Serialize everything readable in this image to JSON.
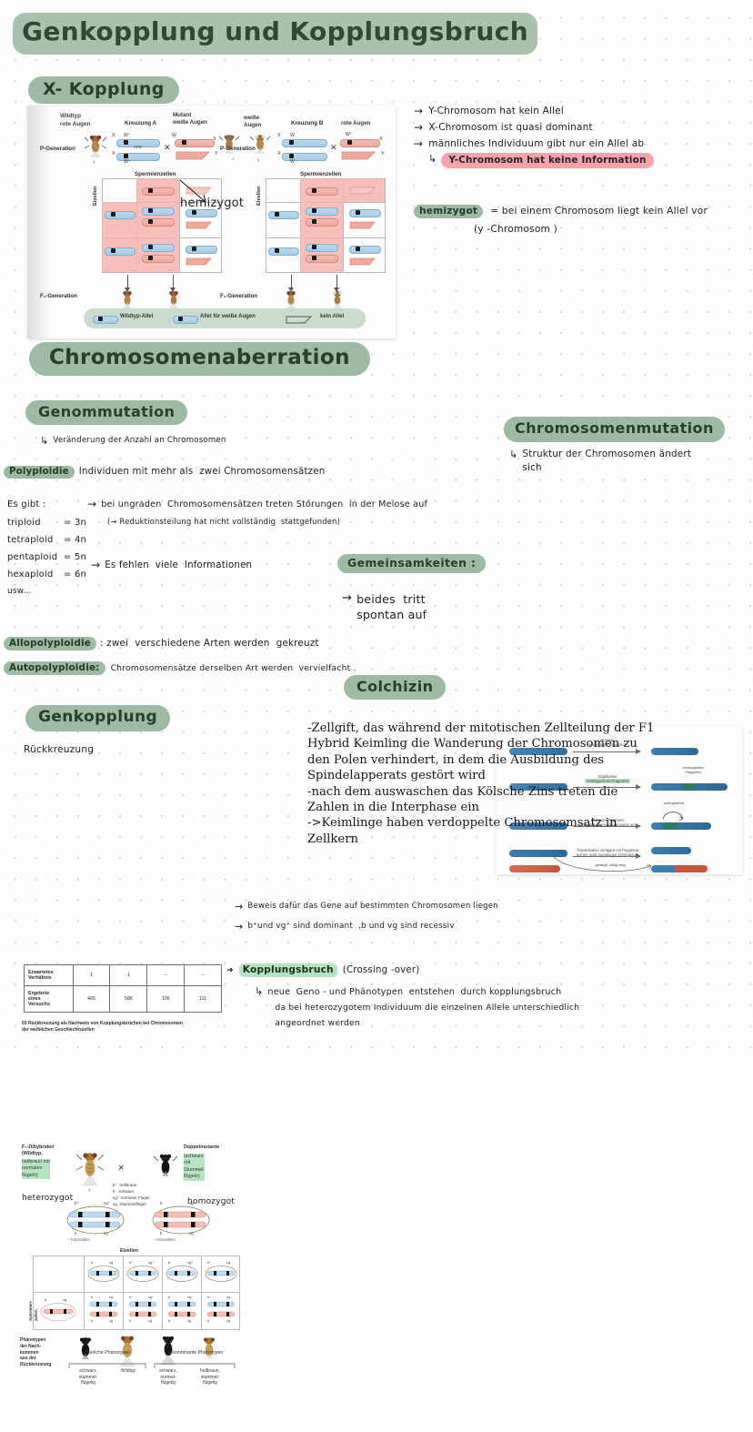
{
  "page": {
    "title": "Genkopplung und Kopplungsbruch",
    "background": "#fefefe",
    "accent_green": "#9dbaa4",
    "accent_pink": "#f8a2ab",
    "accent_lightgreen": "#b6e3c0"
  },
  "sections": {
    "x_kopplung": {
      "heading": "X- Kopplung",
      "notes": [
        "Y-Chromosom hat kein Allel",
        "X-Chromosom ist quasi dominant",
        "männliches Individuum gibt nur ein Allel ab"
      ],
      "sub_note": "Y-Chromosom hat keine Information",
      "definition_term": "hemizygot",
      "definition_text": "= bei einem Chromosom liegt kein Allel vor",
      "definition_text2": "(y -Chromosom )",
      "annotation_in_figure": "hemizygot"
    },
    "x_kopplung_figure": {
      "p_generation_label": "P-Generation",
      "f1_generation_label": "F₁-Generation",
      "kreuzung_a": "Kreuzung A",
      "kreuzung_b": "Kreuzung B",
      "spermienzellen": "Spermienzellen",
      "eizellen": "Eizellen",
      "left_parent_female": "Wildtyp\nrote Augen",
      "left_parent_male": "Mutant\nweiße Augen",
      "right_parent_female": "weiße\nAugen",
      "right_parent_male": "rote Augen",
      "legend": [
        "Wildtyp-Allel",
        "Allel für weiße Augen",
        "kein Allel"
      ],
      "allele_symbols": [
        "W⁺",
        "W",
        "X",
        "Y"
      ]
    },
    "chromosomenaberration": {
      "heading": "Chromosomenaberration"
    },
    "genommutation": {
      "heading": "Genommutation",
      "sub": "Veränderung der Anzahl an Chromosomen",
      "polyploidie_term": "Polyploidie",
      "polyploidie_text": "Individuen mit mehr als  zwei Chromosomensätzen",
      "es_gibt_label": "Es gibt :",
      "ploidy_list": [
        {
          "name": "triploid",
          "value": "= 3n"
        },
        {
          "name": "tetraploid",
          "value": "= 4n"
        },
        {
          "name": "pentaploid",
          "value": "= 5n"
        },
        {
          "name": "hexaploid",
          "value": "= 6n"
        },
        {
          "name": "usw...",
          "value": ""
        }
      ],
      "bullet1": "bei ungraden  Chromosomensätzen treten Störungen  in der Meiose auf",
      "bullet1b": "(→ Reduktionsteilung hat nicht vollständig  stattgefunden)",
      "bullet2": "Es fehlen  viele  Informationen",
      "allopolyploidie_term": "Allopolyploidie",
      "allopolyploidie_text": ": zwei  verschiedene Arten werden  gekreuzt",
      "autopolyploidie_term": "Autopolyploidie:",
      "autopolyploidie_text": "Chromosomensätze derselben Art werden  vervielfacht ."
    },
    "gemeinsamkeiten": {
      "heading": "Gemeinsamkeiten :",
      "text_line1": "beides  tritt",
      "text_line2": "spontan auf"
    },
    "chromosomenmutation": {
      "heading": "Chromosomenmutation",
      "sub_line1": "Struktur der Chromosomen ändert",
      "sub_line2": "sich",
      "figure_rows": [
        {
          "name": "Deletion",
          "desc": "entfernt ein Fragment"
        },
        {
          "name": "Duplikation",
          "desc": "verdoppelt ein Fragment",
          "note": "verdoppeltes\nFragment"
        },
        {
          "name": "Inversion",
          "desc": "dreht ein Fragment\ninnerhalb eines Chromosoms um",
          "note": "wird gedreht"
        },
        {
          "name": "Translokation",
          "desc": "verlagert ein Fragment\nauf ein nicht homologes Chromosom",
          "note": "gelangt  völlig weg"
        }
      ]
    },
    "colchizin": {
      "heading": "Colchizin",
      "body": "-Zellgift, das während der mitotischen Zellteilung der F1\nHybrid Keimling die Wanderung der Chromosomen zu\nden Polen verhindert, in dem die Ausbildung des\nSpindelapperats gestört wird\n-nach dem auswaschen das Kölsche Zins treten die\nZahlen in die Interphase ein\n->Keimlinge  haben verdoppelte Chromosomsatz in\nZellkern"
    },
    "genkopplung": {
      "heading": "Genkopplung",
      "rueckkreuzung_label": "Rückkreuzung",
      "notes": [
        "Beweis dafür das Gene auf bestimmten Chromosomen liegen",
        "b⁺und vg⁺ sind dominant  ,b und vg sind recessiv"
      ],
      "kopplungsbruch_term": "Kopplungsbruch",
      "kopplungsbruch_paren": "(Crossing -over)",
      "kopplungsbruch_lines": [
        "neue  Geno - und Phänotypen  entstehen  durch kopplungsbruch",
        "da bei heterozygotem Individuum die einzelnen Allele unterschiedlich",
        "angeordnet werden"
      ]
    },
    "genkopplung_figure": {
      "left_title": "F₁-Dihybriden\n(Wildtyp,",
      "left_title_hl": "hellbraun mit\nnormalen\nflügeln)",
      "left_zygosity": "heterozygot",
      "right_title": "Doppelmutante",
      "right_title_hl": "(schwarz\nmit\nStummel-\nflügeln)",
      "right_zygosity": "homozygot",
      "cross_symbol": "×",
      "allele_key": [
        "b⁺  hellbraun",
        "b   schwarz",
        "vg⁺ normaler Flügel",
        "vg  Stummelflügel"
      ],
      "eizellen": "Eizellen",
      "spermienzellen": "Spermien-\nzellen",
      "phenotype_label": "Phänotypen\nder Nach-\nkommen\naus der\nRückkreuzung",
      "phenotypes": [
        "schwarz,\nstummel-\nflügelig",
        "Wildtyp",
        "schwarz,\nnormal-\nflügelig",
        "hellbraun,\nstummel-\nflügelig"
      ],
      "group_labels": [
        "elterliche Phänotypen",
        "rekombinante Phänotypen"
      ],
      "caption": "03  Rückkreuzung als Nachweis von Kopplungsbrüchen bei Chromosomen\nder weiblichen Geschlechtszellen",
      "table": {
        "rows": [
          {
            "label": "Erwartetes\nVerhältnis",
            "values": [
              "1",
              "1",
              "–",
              "–"
            ]
          },
          {
            "label": "Ergebnis\neines\nVersuchs",
            "values": [
              "465",
              "586",
              "106",
              "111"
            ]
          }
        ]
      }
    }
  },
  "icons": {
    "arrow_right": "→",
    "arrow_hook": "↳",
    "bullet_arrow": "➜",
    "cross": "✕",
    "female": "♀",
    "male": "♂"
  }
}
